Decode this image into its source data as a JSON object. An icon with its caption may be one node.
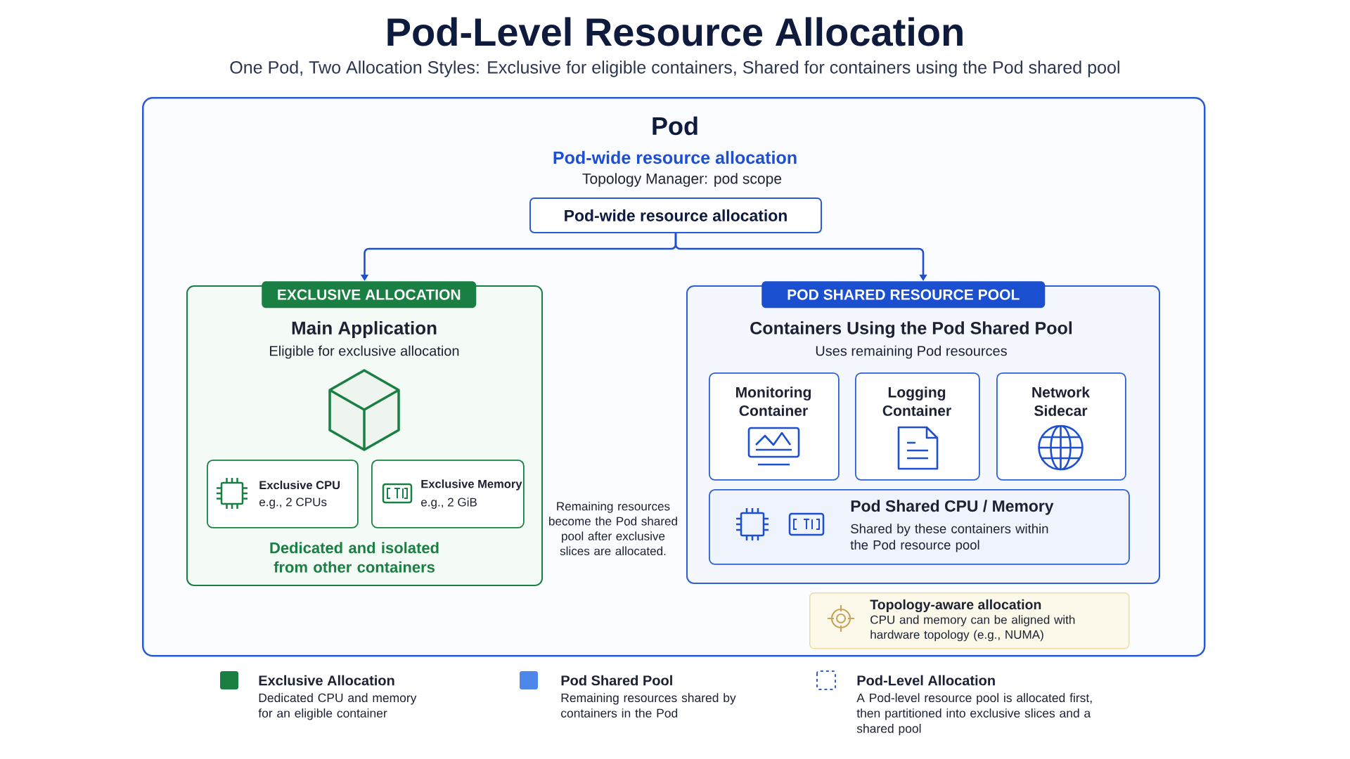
{
  "diagram": {
    "title": "Pod-Level Resource Allocation",
    "caption": "One Pod, Two Allocation Styles: Exclusive for eligible containers, Shared for containers using the Pod shared pool",
    "nodes": [
      {
        "text": [
          "Pod",
          "Pod-wide resource allocation",
          "Topology Manager: pod scope"
        ]
      },
      {
        "text": [
          "Pod-wide resource allocation"
        ],
        "in": 0
      },
      {
        "text": [
          "Main Application",
          "Eligible for exclusive allocation",
          "Dedicated and isolated from other containers"
        ],
        "in": 0
      },
      {
        "text": [
          "EXCLUSIVE ALLOCATION"
        ],
        "in": 2
      },
      {
        "text": [
          "Exclusive CPU",
          "e.g., 2 CPUs"
        ],
        "in": 2
      },
      {
        "text": [
          "Exclusive Memory",
          "e.g., 2 GiB"
        ],
        "in": 2
      },
      {
        "text": [
          "Containers Using the Pod Shared Pool",
          "Uses remaining Pod resources"
        ],
        "in": 0
      },
      {
        "text": [
          "POD SHARED RESOURCE POOL"
        ],
        "in": 6
      },
      {
        "text": [
          "Monitoring Container"
        ],
        "in": 6
      },
      {
        "text": [
          "Logging Container"
        ],
        "in": 6
      },
      {
        "text": [
          "Network Sidecar"
        ],
        "in": 6
      },
      {
        "text": [
          "Pod Shared CPU / Memory",
          "Shared by these containers within the Pod resource pool"
        ],
        "in": 6
      },
      {
        "text": [
          "Topology-aware allocation",
          "CPU and memory can be aligned with hardware topology (e.g., NUMA)"
        ],
        "in": 0
      }
    ],
    "edges": [
      {
        "from": 1,
        "to": 2,
        "arrow": "to"
      },
      {
        "from": 1,
        "to": 6,
        "arrow": "to"
      }
    ],
    "labels": [
      "Remaining resources become the Pod shared pool after exclusive slices are allocated.",
      "Dedicated CPU and memory for an eligible container",
      "Remaining resources shared by containers in the Pod",
      "A Pod-level resource pool is allocated first, then partitioned into exclusive slices and a shared pool"
    ],
    "legend": [
      {
        "text": "Exclusive Allocation",
        "color": "#1a7f43"
      },
      {
        "text": "Pod Shared Pool",
        "color": "#4f86ea"
      },
      {
        "text": "Pod-Level Allocation"
      }
    ]
  }
}
